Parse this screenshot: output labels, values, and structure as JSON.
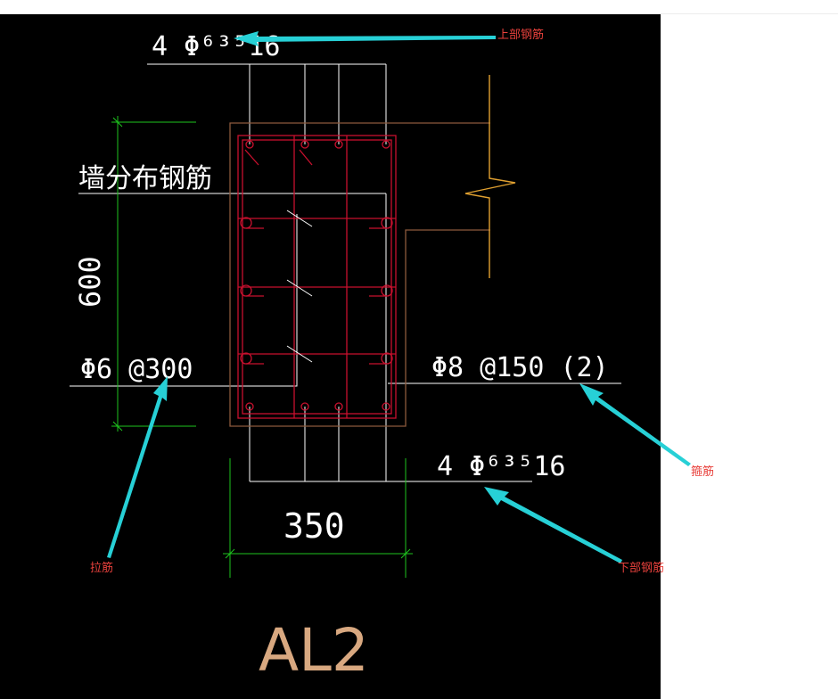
{
  "colors": {
    "canvas": "#000000",
    "line": "#ffffff",
    "rebar": "#c8102e",
    "outline": "#8c5a3c",
    "dimension": "#1ec51e",
    "wall": "#e0a030",
    "arrow": "#27d0d6",
    "annotation": "#e8413c"
  },
  "labels": {
    "top_rebar": "4 Φ⁶³⁵16",
    "wall_rebar": "墙分布钢筋",
    "height_dim": "600",
    "tie_bar": "Φ6 @300",
    "stirrup": "Φ8 @150 (2)",
    "bottom_rebar": "4 Φ⁶³⁵16",
    "width_dim": "350",
    "beam_name": "AL2"
  },
  "annotations": {
    "top": "上部钢筋",
    "stirrup": "箍筋",
    "tie": "拉筋",
    "bottom": "下部钢筋"
  }
}
